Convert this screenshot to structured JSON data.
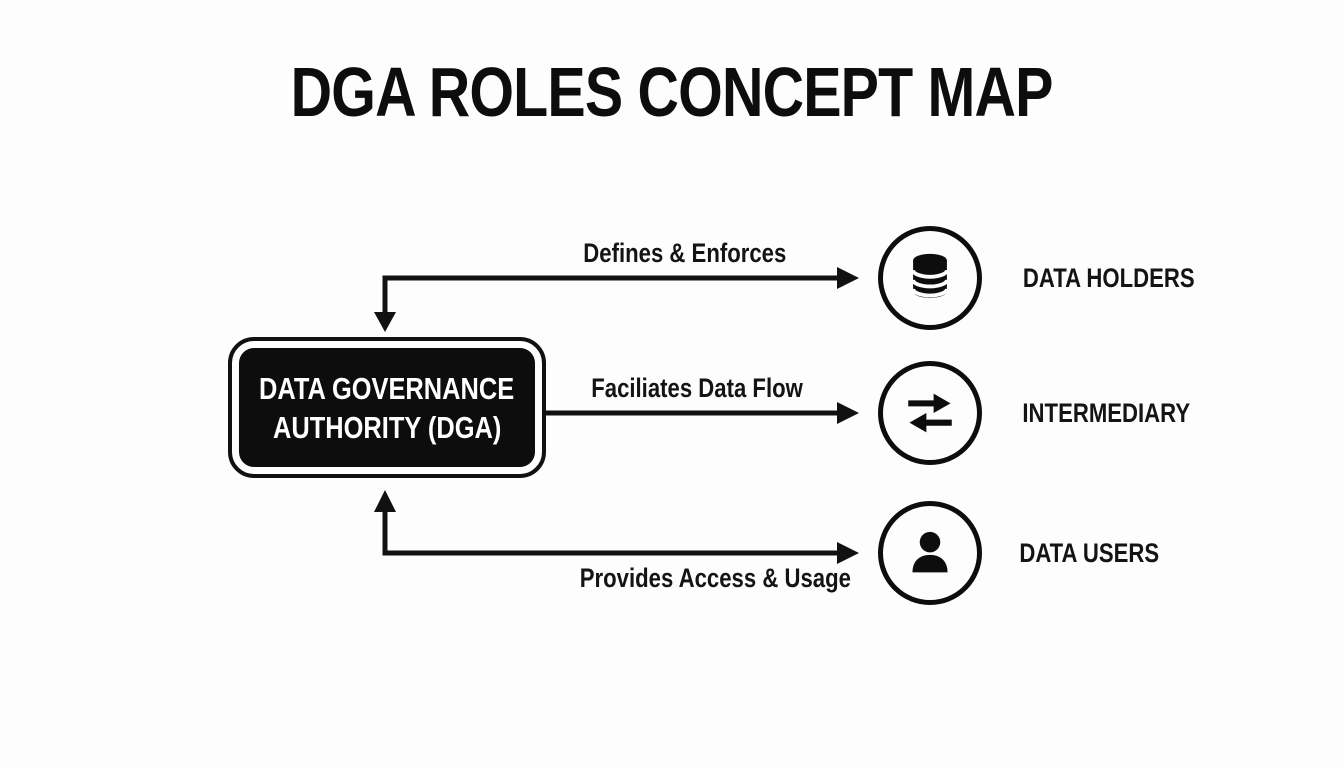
{
  "title": "DGA ROLES CONCEPT MAP",
  "central_node": {
    "line1": "DATA GOVERNANCE",
    "line2": "AUTHORITY (DGA)"
  },
  "edge_labels": {
    "top": "Defines & Enforces",
    "middle": "Faciliates Data Flow",
    "bottom": "Provides Access & Usage"
  },
  "entities": [
    {
      "label": "DATA HOLDERS",
      "icon": "database-icon"
    },
    {
      "label": "INTERMEDIARY",
      "icon": "transfer-arrows-icon"
    },
    {
      "label": "DATA USERS",
      "icon": "person-icon"
    }
  ],
  "colors": {
    "background": "#fdfdfd",
    "ink": "#111111",
    "node_fill": "#0d0d0d",
    "node_text": "#ffffff"
  }
}
